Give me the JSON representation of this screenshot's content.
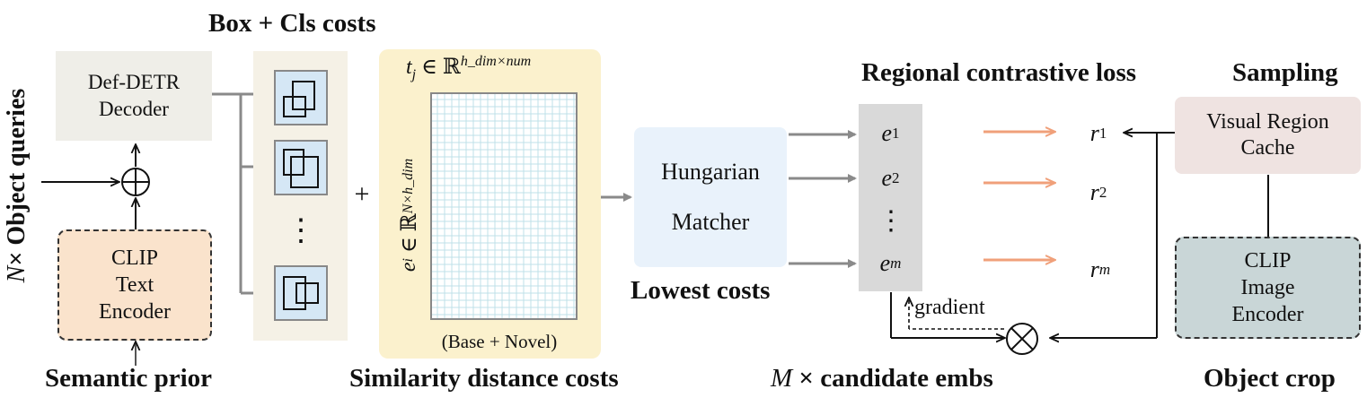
{
  "labels": {
    "object_queries_prefix": "N",
    "object_queries_rest": " × Object queries",
    "semantic_prior": "Semantic prior",
    "box_cls_costs": "Box + Cls costs",
    "similarity_costs": "Similarity distance costs",
    "lowest_costs": "Lowest costs",
    "regional_loss": "Regional contrastive loss",
    "sampling": "Sampling",
    "candidate_prefix": "M",
    "candidate_rest": " × candidate embs",
    "object_crop": "Object crop",
    "gradient": "gradient",
    "plus": "+",
    "vdots": "⋮"
  },
  "boxes": {
    "decoder": [
      "Def-DETR",
      "Decoder"
    ],
    "clip_text": [
      "CLIP",
      "Text",
      "Encoder"
    ],
    "hungarian": [
      "Hungarian",
      "Matcher"
    ],
    "visual_cache": [
      "Visual Region",
      "Cache"
    ],
    "clip_image": [
      "CLIP",
      "Image",
      "Encoder"
    ]
  },
  "matrix": {
    "top_base": "t",
    "top_sub": "j",
    "top_sup": "h_dim×num",
    "side_base": "e",
    "side_sub": "i",
    "side_sup": "N×h_dim",
    "element_of": "∈",
    "reals": "ℝ",
    "bottom": "(Base + Novel)"
  },
  "embeddings": [
    {
      "base": "e",
      "sub": "1"
    },
    {
      "base": "e",
      "sub": "2"
    },
    {
      "base": "e",
      "sub": "m"
    }
  ],
  "regions": [
    {
      "base": "r",
      "sub": "1"
    },
    {
      "base": "r",
      "sub": "2"
    },
    {
      "base": "r",
      "sub": "m"
    }
  ],
  "colors": {
    "decoder_fill": "#efeee8",
    "clip_text_fill": "#fae3cc",
    "box_panel_fill": "#f5f1e6",
    "query_box_fill": "#d5e7f5",
    "matrix_panel_fill": "#fbf1cd",
    "matrix_grid_line": "#bfe0e8",
    "hungarian_fill": "#e9f2fb",
    "emb_column_fill": "#d9d9d9",
    "cache_fill": "#efe3e1",
    "clip_image_fill": "#c9d6d7",
    "arrow_gray": "#8a8a8a",
    "arrow_orange": "#f0a07a"
  }
}
